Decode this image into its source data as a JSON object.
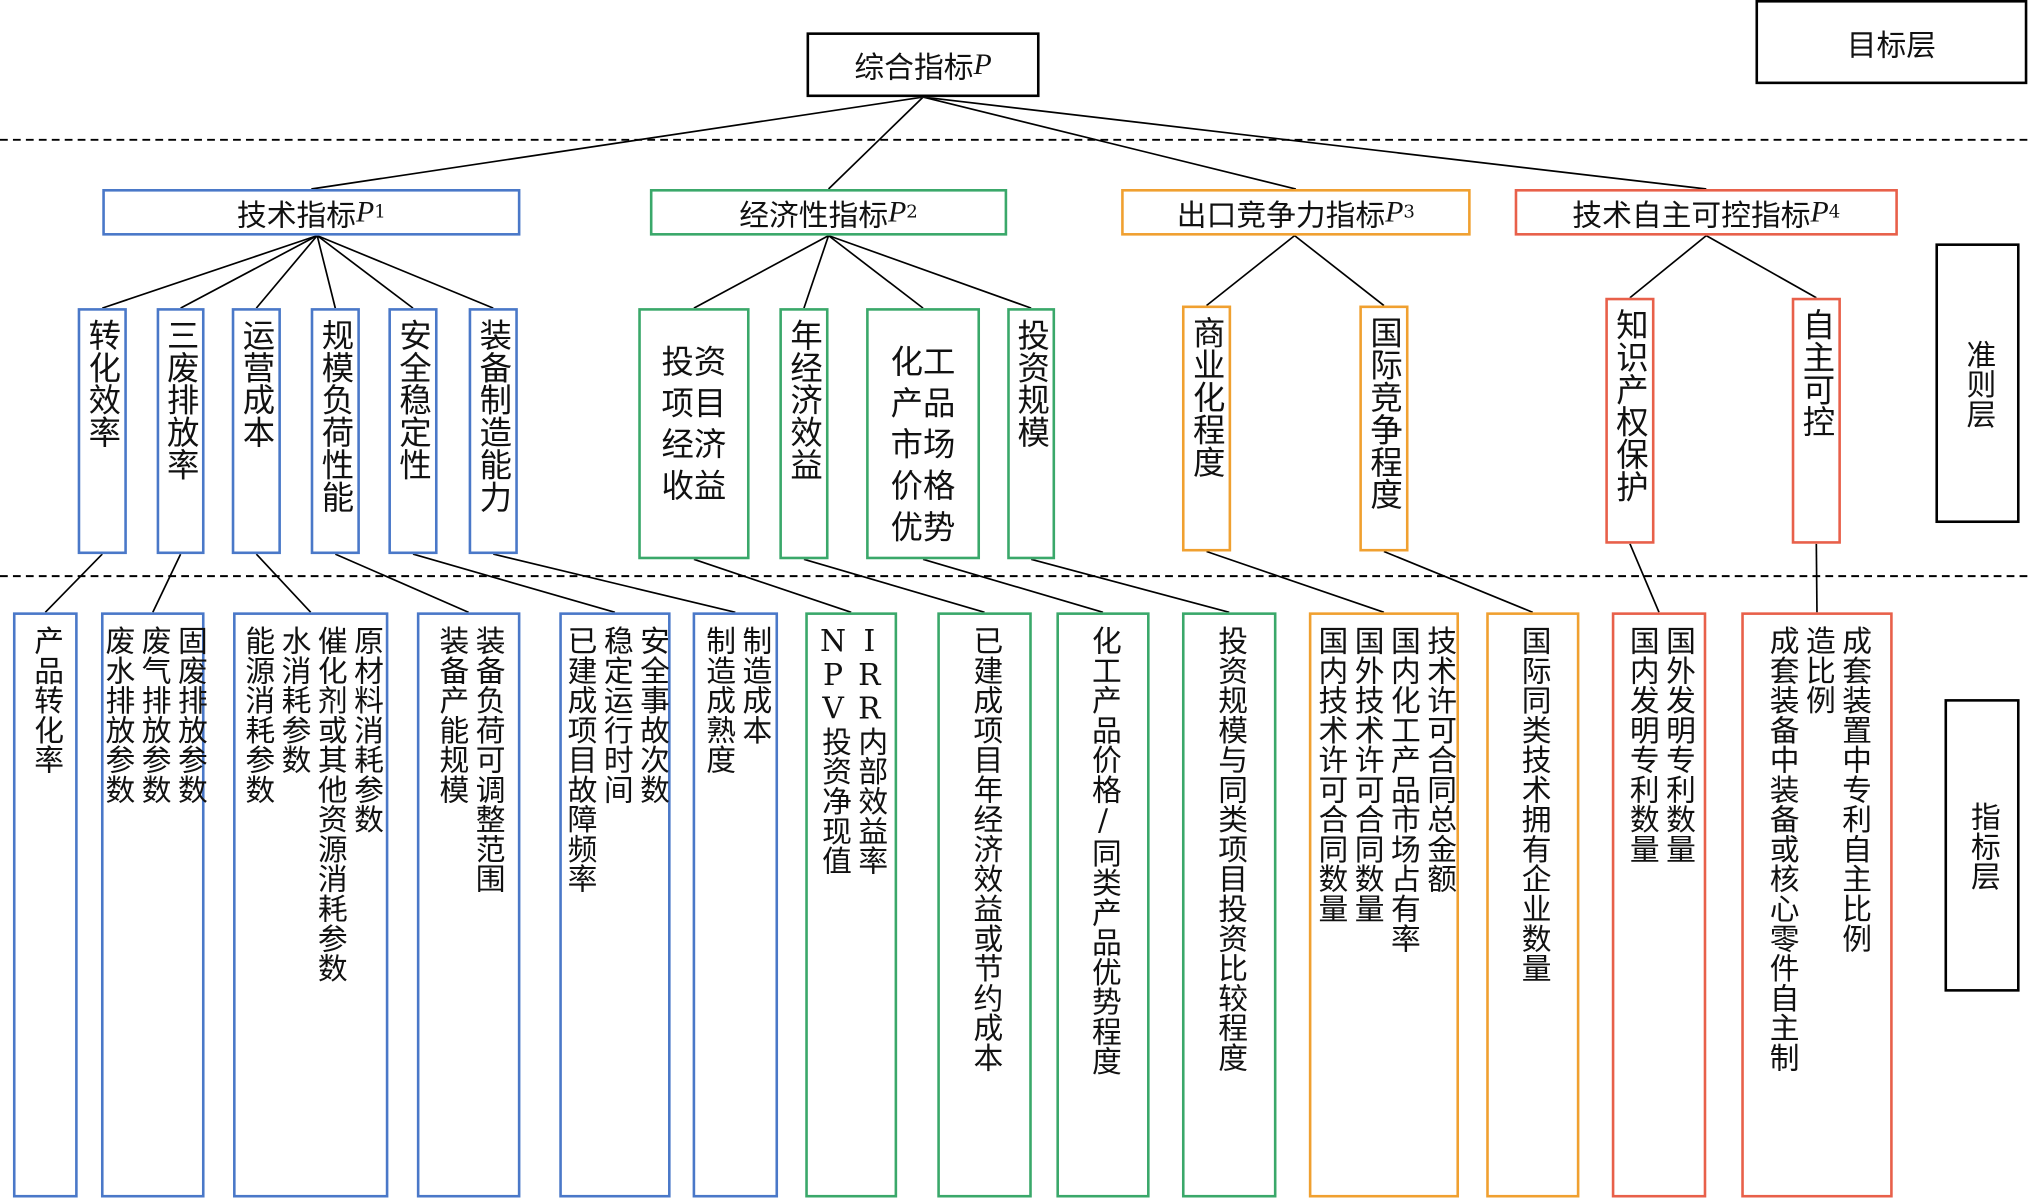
{
  "goal": {
    "label": "综合指标",
    "var": "P"
  },
  "layers": {
    "goal": "目标层",
    "criteria": "准则层",
    "indicator": "指标层"
  },
  "criteria": [
    {
      "label": "技术指标",
      "var": "P",
      "sub": "1",
      "color": "#4a78c8"
    },
    {
      "label": "经济性指标",
      "var": "P",
      "sub": "2",
      "color": "#3aa86a"
    },
    {
      "label": "出口竞争力指标",
      "var": "P",
      "sub": "3",
      "color": "#f0a030"
    },
    {
      "label": "技术自主可控指标",
      "var": "P",
      "sub": "4",
      "color": "#e8604a"
    }
  ],
  "subcriteria": [
    {
      "text": "转化效率",
      "group": 0
    },
    {
      "text": "三废排放率",
      "group": 0
    },
    {
      "text": "运营成本",
      "group": 0
    },
    {
      "text": "规模负荷性能",
      "group": 0
    },
    {
      "text": "安全稳定性",
      "group": 0
    },
    {
      "text": "装备制造能力",
      "group": 0
    },
    {
      "lines": [
        "投资",
        "项目",
        "经济",
        "收益"
      ],
      "group": 1
    },
    {
      "text": "年经济效益",
      "group": 1
    },
    {
      "lines": [
        "化工",
        "产品",
        "市场",
        "价格",
        "优势"
      ],
      "group": 1
    },
    {
      "text": "投资规模",
      "group": 1
    },
    {
      "text": "商业化程度",
      "group": 2
    },
    {
      "text": "国际竞争程度",
      "group": 2
    },
    {
      "text": "知识产权保护",
      "group": 3
    },
    {
      "text": "自主可控",
      "group": 3
    }
  ],
  "indicators": [
    {
      "cols": [
        "产品转化率"
      ],
      "group": 0
    },
    {
      "cols": [
        "废水排放参数",
        "废气排放参数",
        "固废排放参数"
      ],
      "group": 0
    },
    {
      "cols": [
        "能源消耗参数",
        "水消耗参数",
        "催化剂或其他资源消耗参数",
        "原材料消耗参数"
      ],
      "group": 0
    },
    {
      "cols": [
        "装备产能规模",
        "装备负荷可调整范围"
      ],
      "group": 0
    },
    {
      "cols": [
        "已建成项目故障频率",
        "稳定运行时间",
        "安全事故次数"
      ],
      "group": 0
    },
    {
      "cols": [
        "制造成熟度",
        "制造成本"
      ],
      "group": 0
    },
    {
      "cols": [
        "NPV投资净现值",
        "IRR内部效益率"
      ],
      "group": 1
    },
    {
      "cols": [
        "已建成项目年经济效益或节约成本"
      ],
      "group": 1
    },
    {
      "cols": [
        "化工产品价格/同类产品优势程度"
      ],
      "group": 1
    },
    {
      "cols": [
        "投资规模与同类项目投资比较程度"
      ],
      "group": 1
    },
    {
      "cols": [
        "国内技术许可合同数量",
        "国外技术许可合同数量",
        "国内化工产品市场占有率",
        "技术许可合同总金额"
      ],
      "group": 2
    },
    {
      "cols": [
        "国际同类技术拥有企业数量"
      ],
      "group": 2
    },
    {
      "cols": [
        "国内发明专利数量",
        "国外发明专利数量"
      ],
      "group": 3
    },
    {
      "cols": [
        "成套装备中装备或核心零件自主制",
        "造比例",
        "成套装置中专利自主比例"
      ],
      "group": 3
    }
  ]
}
